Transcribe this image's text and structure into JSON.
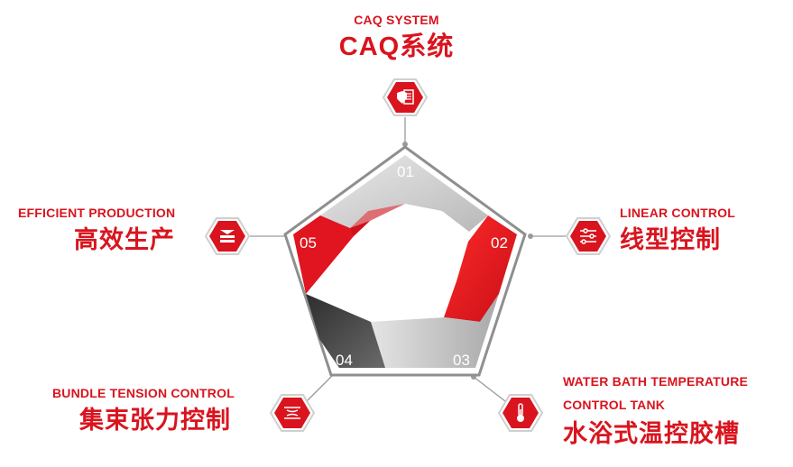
{
  "nodes": [
    {
      "number": "01",
      "title_en": "CAQ SYSTEM",
      "title_cn": "CAQ系统",
      "icon": "document-shield-icon"
    },
    {
      "number": "02",
      "title_en": "LINEAR CONTROL",
      "title_cn": "线型控制",
      "icon": "sliders-icon"
    },
    {
      "number": "03",
      "title_en_line1": "WATER BATH TEMPERATURE",
      "title_en_line2": "CONTROL TANK",
      "title_cn": "水浴式温控胶槽",
      "icon": "thermometer-icon"
    },
    {
      "number": "04",
      "title_en": "BUNDLE TENSION CONTROL",
      "title_cn": "集束张力控制",
      "icon": "tension-roller-icon"
    },
    {
      "number": "05",
      "title_en": "EFFICIENT PRODUCTION",
      "title_cn": "高效生产",
      "icon": "production-stack-icon"
    }
  ],
  "colors": {
    "brand_red": "#d9141e",
    "dark_gray": "#3a3a3a",
    "light_gray": "#cfcfcf",
    "outline_gray": "#9a9a9a"
  }
}
